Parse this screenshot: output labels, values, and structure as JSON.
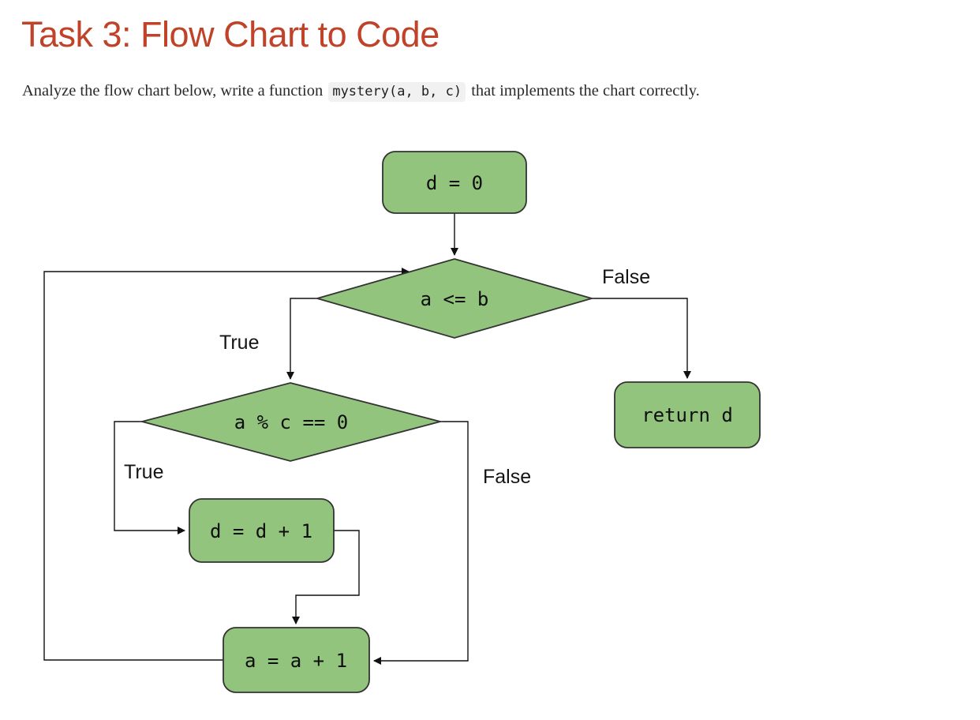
{
  "page": {
    "title": "Task 3: Flow Chart to Code",
    "intro": {
      "before_code": "Analyze the flow chart below, write a function ",
      "code": "mystery(a, b, c)",
      "after_code": " that implements the chart correctly."
    }
  },
  "colors": {
    "title_red": "#bf4229",
    "node_fill": "#93c47d",
    "node_stroke": "#333333",
    "edge": "#111111",
    "inline_code_bg": "#f1f1f1",
    "body_text": "#2a2a2a"
  },
  "flowchart": {
    "nodes": {
      "init": "d = 0",
      "outer_condition": "a <= b",
      "inner_condition": "a % c == 0",
      "increment_d": "d = d + 1",
      "increment_a": "a = a + 1",
      "return": "return d"
    },
    "branch_labels": {
      "outer_true": "True",
      "outer_false": "False",
      "inner_true": "True",
      "inner_false": "False"
    }
  }
}
